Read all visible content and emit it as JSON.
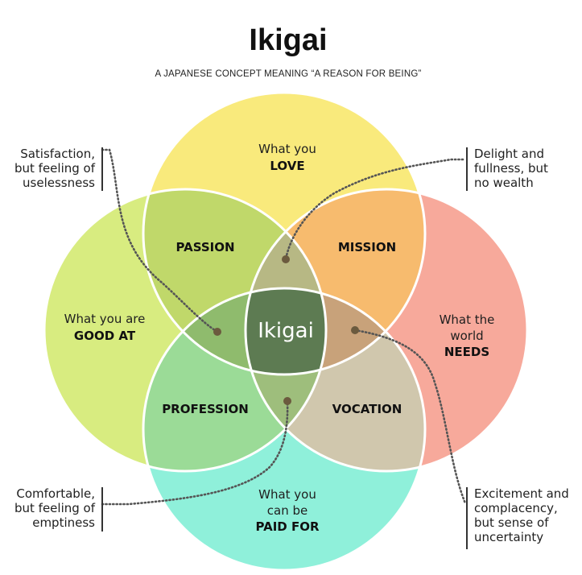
{
  "title": "Ikigai",
  "subtitle": "A JAPANESE CONCEPT MEANING “A REASON FOR BEING”",
  "colors": {
    "love": "#f9ea7c",
    "good_at": "#d8ec80",
    "needs": "#f7a99b",
    "paid_for": "#8ff0da",
    "passion": "#c0d86a",
    "mission": "#f7bb6e",
    "profession": "#9bdb97",
    "vocation": "#d0c7ad",
    "center_top": "#b7b884",
    "center_left": "#8fbb6d",
    "center_right": "#c8a27a",
    "center_bottom": "#9ebe7c",
    "ikigai_center": "#5d7b52"
  },
  "circles": {
    "love": {
      "line1": "What you",
      "line2": "LOVE"
    },
    "good_at": {
      "line1": "What you are",
      "line2": "GOOD AT"
    },
    "needs": {
      "line1": "What the",
      "line2": "world",
      "line3": "NEEDS"
    },
    "paid_for": {
      "line1": "What you",
      "line2": "can be",
      "line3": "PAID FOR"
    }
  },
  "regions": {
    "passion": "PASSION",
    "mission": "MISSION",
    "profession": "PROFESSION",
    "vocation": "VOCATION",
    "center": "Ikigai"
  },
  "notes": {
    "top_left": [
      "Satisfaction,",
      "but feeling of",
      "uselessness"
    ],
    "top_right": [
      "Delight and",
      "fullness, but",
      "no wealth"
    ],
    "bottom_left": [
      "Comfortable,",
      "but feeling of",
      "emptiness"
    ],
    "bottom_right": [
      "Excitement and",
      "complacency,",
      "but sense of",
      "uncertainty"
    ]
  }
}
